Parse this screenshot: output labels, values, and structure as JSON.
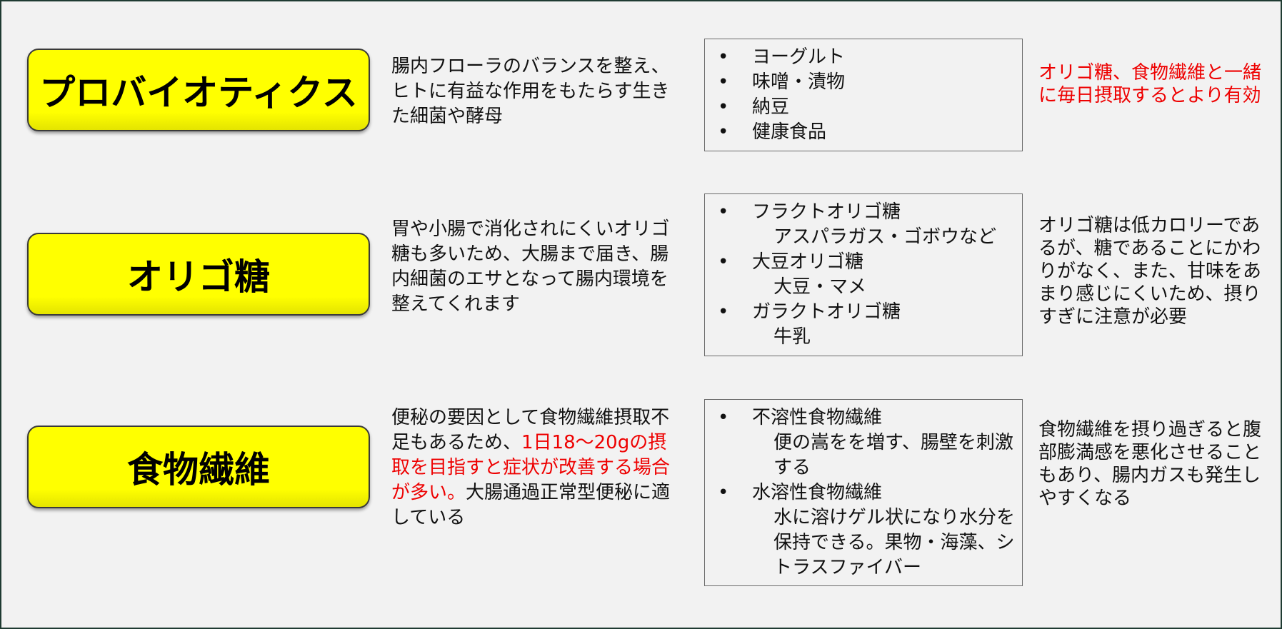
{
  "rows": [
    {
      "label": "プロバイオティクス",
      "desc": "腸内フローラのバランスを整え、ヒトに有益な作用をもたらす生きた細菌や酵母",
      "examples": [
        "ヨーグルト",
        "味噌・漬物",
        "納豆",
        "健康食品"
      ],
      "note": "オリゴ糖、食物繊維と一緒に毎日摂取するとより有効"
    },
    {
      "label": "オリゴ糖",
      "desc": "胃や小腸で消化されにくいオリゴ糖も多いため、大腸まで届き、腸内細菌のエサとなって腸内環境を整えてくれます",
      "examples": [
        {
          "name": "フラクトオリゴ糖",
          "detail": "アスパラガス・ゴボウなど"
        },
        {
          "name": "大豆オリゴ糖",
          "detail": "大豆・マメ"
        },
        {
          "name": "ガラクトオリゴ糖",
          "detail": "牛乳"
        }
      ],
      "note": "オリゴ糖は低カロリーであるが、糖であることにかわりがなく、また、甘味をあまり感じにくいため、摂りすぎに注意が必要"
    },
    {
      "label": "食物繊維",
      "desc_before": "便秘の要因として食物繊維摂取不足もあるため、",
      "desc_highlight": "1日18～20gの摂取を目指すと症状が改善する場合が多い。",
      "desc_after": "大腸通過正常型便秘に適している",
      "examples": [
        {
          "name": "不溶性食物繊維",
          "detail": "便の嵩をを増す、腸壁を刺激する"
        },
        {
          "name": "水溶性食物繊維",
          "detail": "水に溶けゲル状になり水分を保持できる。果物・海藻、シトラスファイバー"
        }
      ],
      "note": "食物繊維を摂り過ぎると腹部膨満感を悪化させることもあり、腸内ガスも発生しやすくなる"
    }
  ],
  "bullet_char": "•",
  "colors": {
    "label_fill": "#ffff00",
    "highlight_text": "#ee0000",
    "background": "#f2f2f2"
  }
}
